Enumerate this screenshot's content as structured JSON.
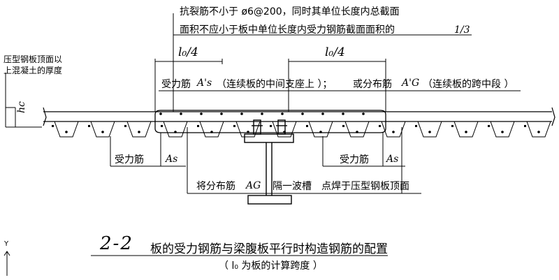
{
  "notes": {
    "crack_line1": "抗裂筋不小于      ø6@200，同时其单位长度内总截面",
    "crack_line2": "面积不应小于板中单位长度内受力钢筋截面面积的",
    "fraction": "1/3",
    "deck_top_label_1": "压型钢板顶面以",
    "deck_top_label_2": "上混凝土的厚度"
  },
  "dims": {
    "l0_left": "l₀/4",
    "l0_right": "l₀/4",
    "hc": "hc"
  },
  "labels": {
    "top_bar": "受力筋",
    "top_bar_sym": "A's",
    "top_bar_note": "（连续板的中间支座上         ）；",
    "or_dist": "或分布筋",
    "dist_sym": "A'G",
    "dist_note": "（连续板的跨中段    ）",
    "bottom_left_bar": "受力筋",
    "bottom_left_sym": "As",
    "bottom_right_bar": "受力筋",
    "bottom_right_sym": "As",
    "dist_bar": "将分布筋",
    "dist_bar_sym": "AG",
    "every_groove": "隔一波槽",
    "weld_note": "点焊于压型钢板顶面"
  },
  "title": {
    "section": "2-2",
    "text": "板的受力钢筋与梁腹板平行时构造钢筋的配置",
    "subtitle": "（ l₀ 为板的计算跨度       ）"
  },
  "axis": {
    "y_label": "Y"
  }
}
